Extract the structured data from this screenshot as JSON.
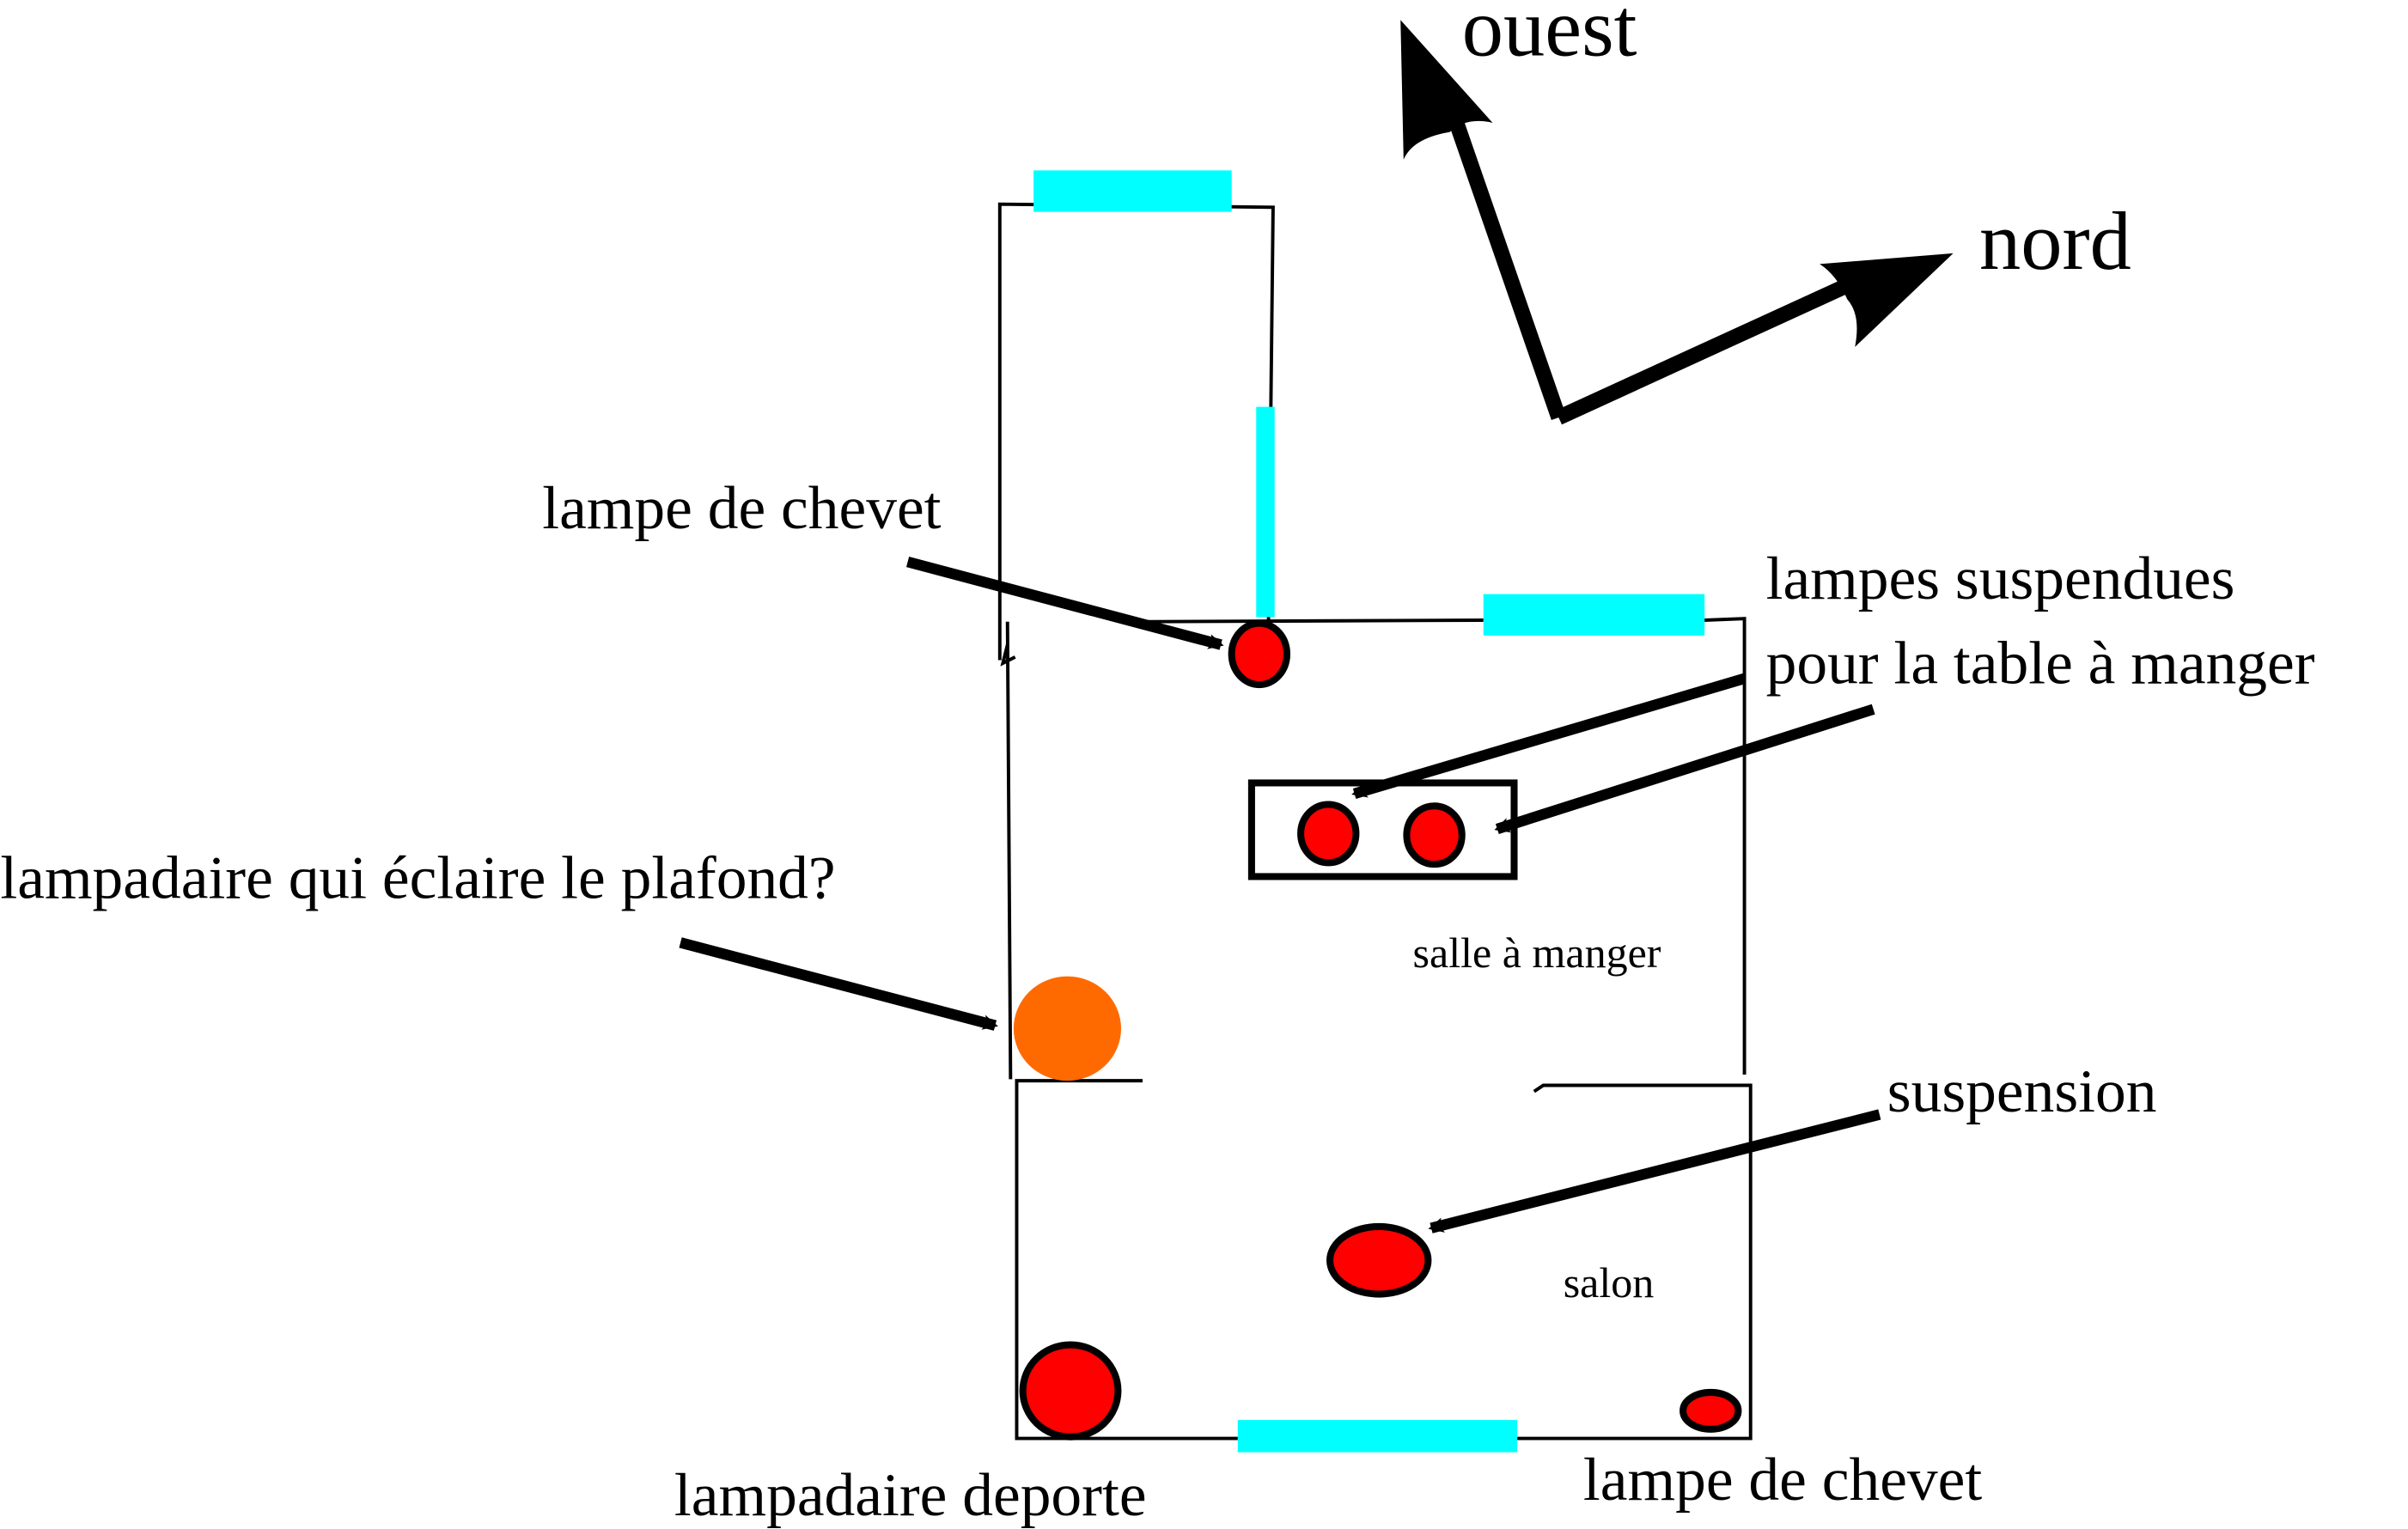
{
  "compass": {
    "west_label": "ouest",
    "north_label": "nord"
  },
  "rooms": {
    "dining_room": "salle à manger",
    "living_room": "salon"
  },
  "annotations": {
    "bedside_lamp_top": "lampe de chevet",
    "pendant_lamps_line1": "lampes suspendues",
    "pendant_lamps_line2": "pour la table à manger",
    "ceiling_floor_lamp": "lampadaire qui éclaire le plafond?",
    "suspension": "suspension",
    "offset_floor_lamp": "lampadaire deporte",
    "bedside_lamp_bottom": "lampe de chevet"
  },
  "colors": {
    "window": "#00ffff",
    "lamp": "#ff0000",
    "uplight": "#ff6a00",
    "outline": "#000000"
  }
}
